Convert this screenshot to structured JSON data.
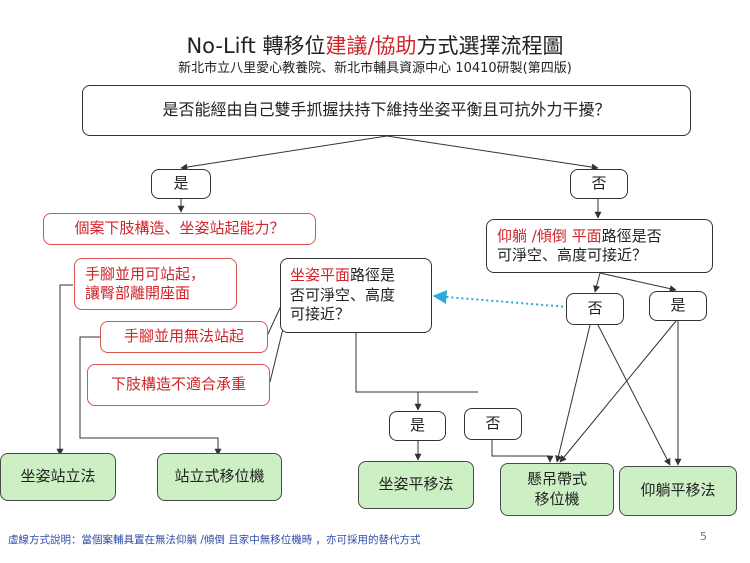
{
  "header": {
    "title_prefix": "No-Lift 轉移位",
    "title_red1": "建議",
    "title_sep": "/",
    "title_red2": "協助",
    "title_suffix": "方式選擇流程圖",
    "subtitle": "新北市立八里愛心教養院、新北市輔具資源中心 10410研製(第四版)"
  },
  "nodes": {
    "q_top": "是否能經由自己雙手抓握扶持下維持坐姿平衡且可抗外力干擾？",
    "yes_top": "是",
    "no_top": "否",
    "q_limbs": "個案下肢構造、坐姿站起能力？",
    "q_supine_red": "仰躺 /傾倒 平面",
    "q_supine_rest1": "路徑是否",
    "q_supine_line2": "可淨空、高度可接近？",
    "opt_stand_line1": "手腳並用可站起，",
    "opt_stand_line2": "讓臀部離開座面",
    "opt_cannot": "手腳並用無法站起",
    "opt_unsuitable": "下肢構造不適合承重",
    "q_sit_red": "坐姿平面",
    "q_sit_rest1": "路徑是",
    "q_sit_line2": "否可淨空、高度",
    "q_sit_line3": "可接近？",
    "no_supine": "否",
    "yes_supine": "是",
    "yes_sit": "是",
    "no_sit": "否",
    "res_stand_method": "坐姿站立法",
    "res_standing_lift": "站立式移位機",
    "res_sit_transfer": "坐姿平移法",
    "res_sling_line1": "懸吊帶式",
    "res_sling_line2": "移位機",
    "res_supine_transfer": "仰躺平移法"
  },
  "footer": {
    "note": "虛線方式說明：當個案輔具置在無法仰躺 /傾倒 且家中無移位機時 ，亦可採用的替代方式",
    "page_number": "5"
  },
  "colors": {
    "red_text": "#d0252b",
    "green_box": "#ccefc4",
    "dotted_arrow": "#29a9e0"
  }
}
